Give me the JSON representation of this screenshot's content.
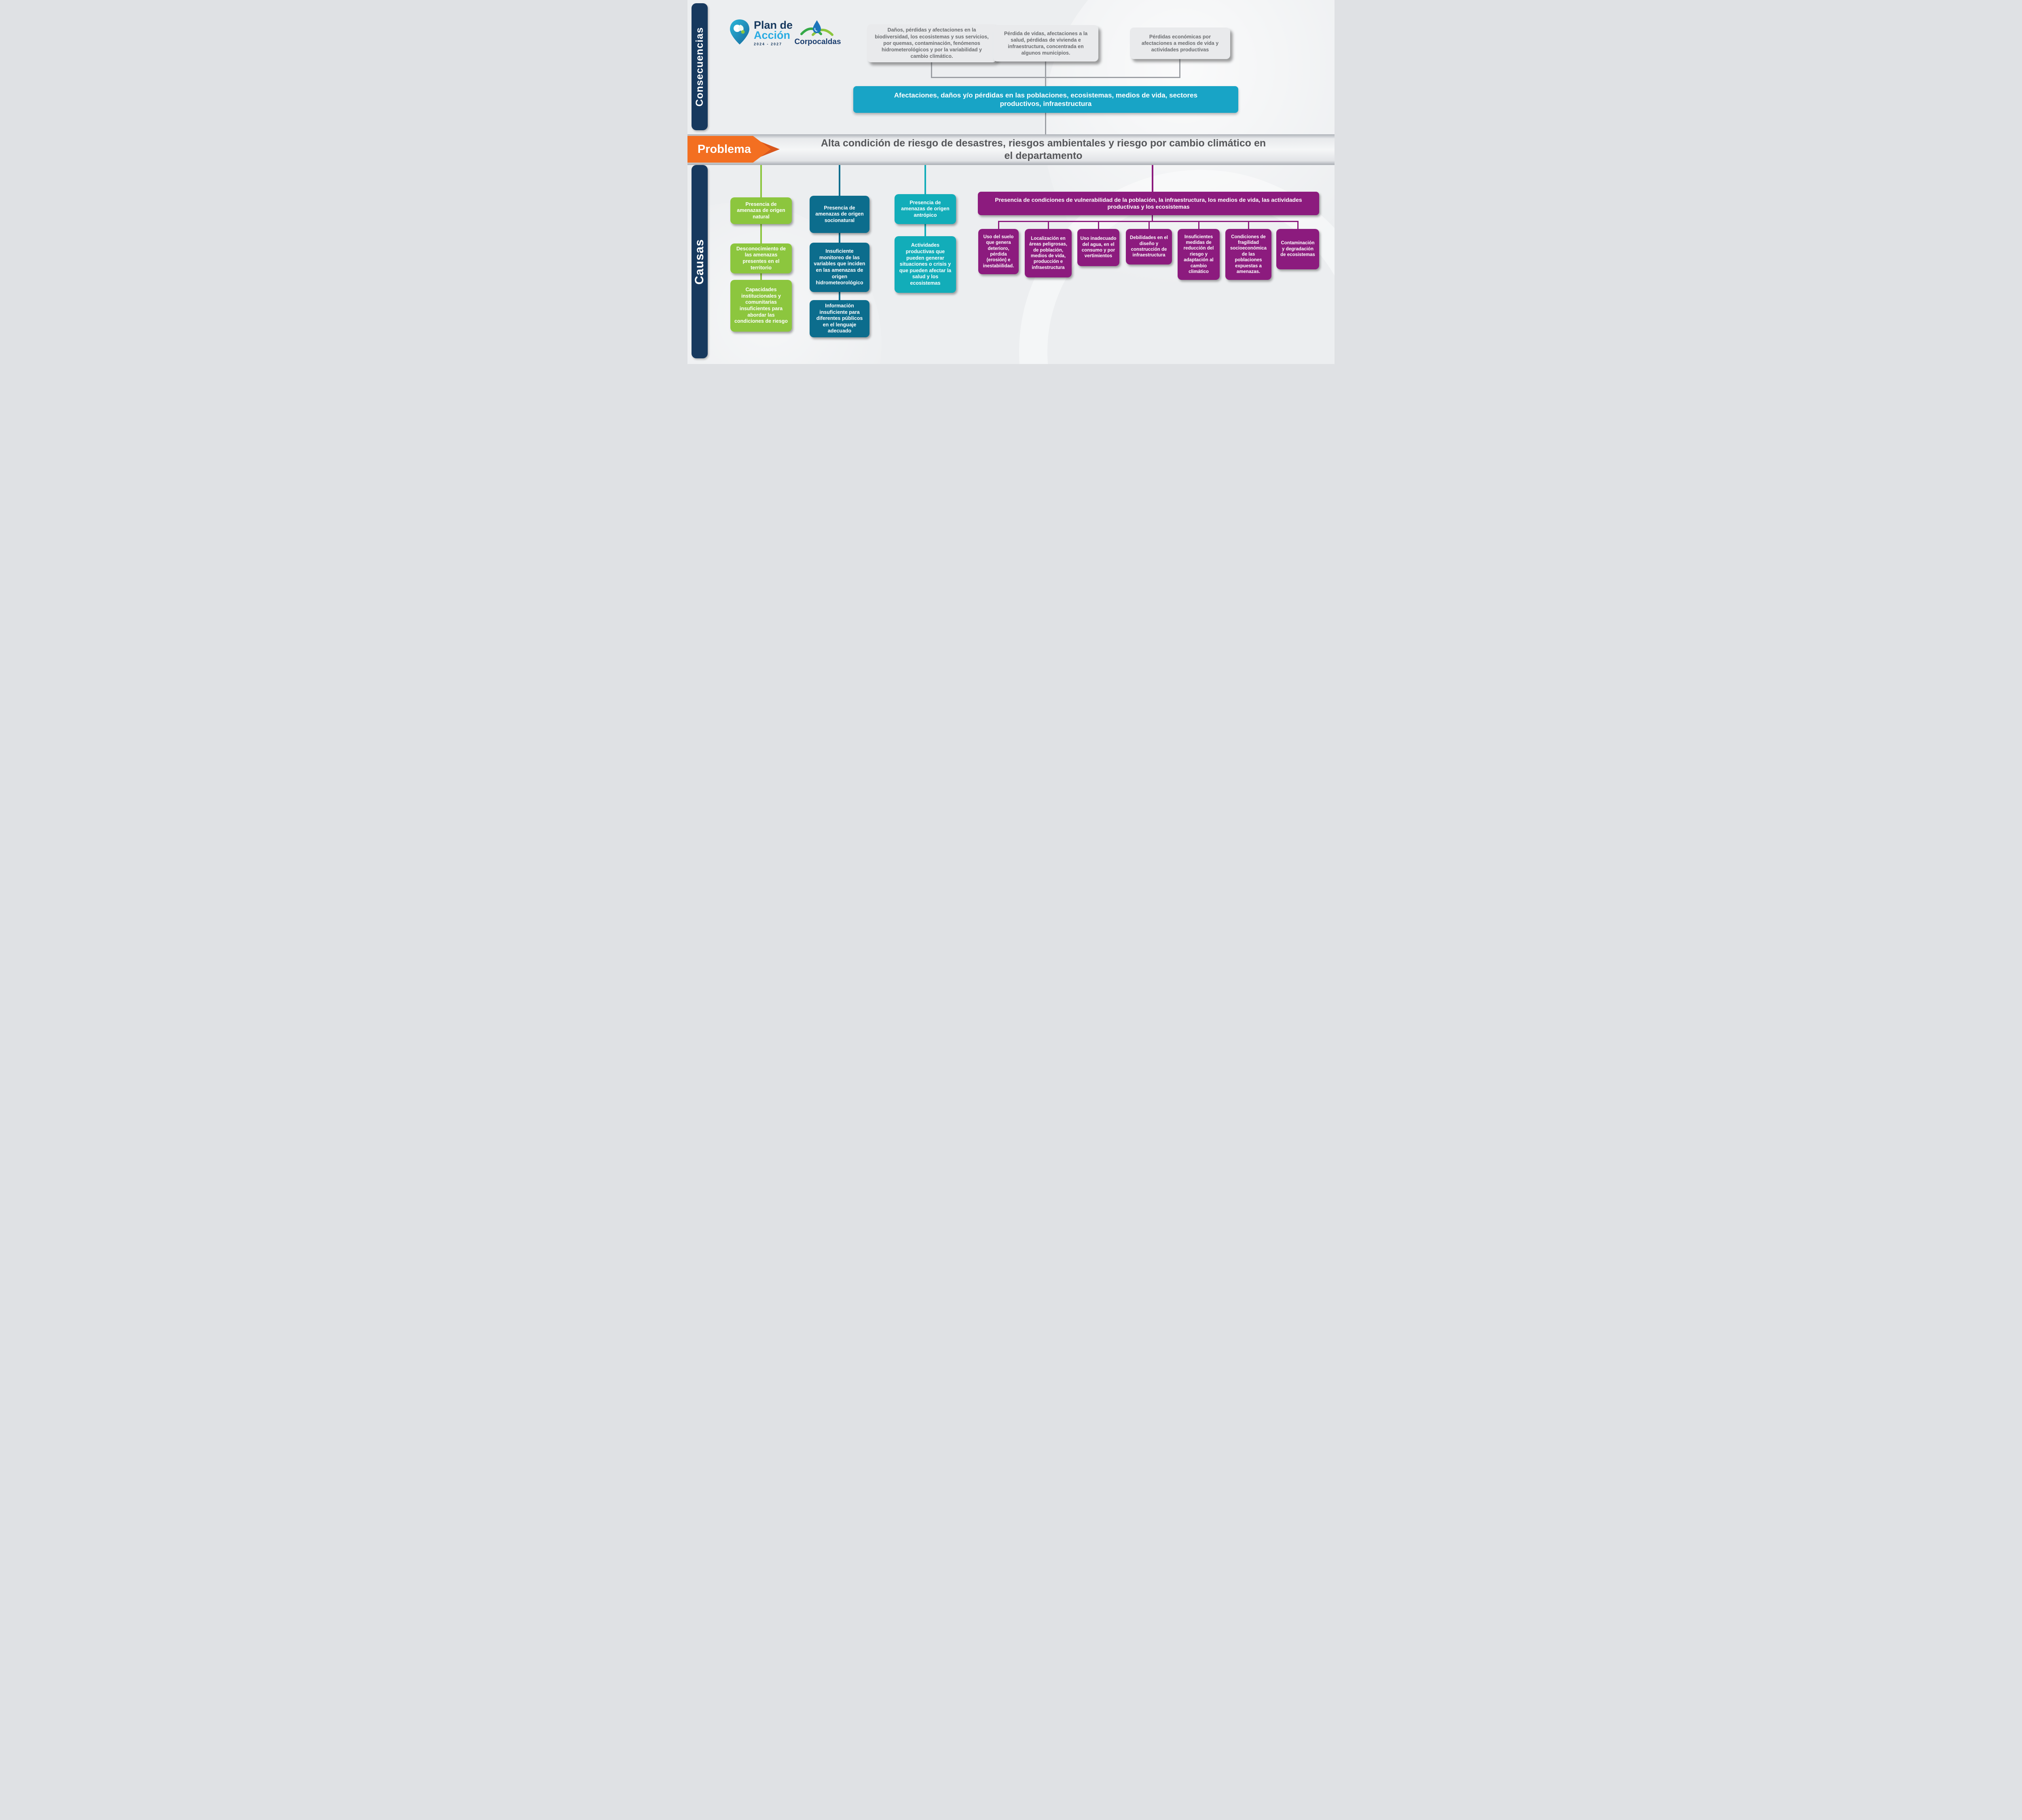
{
  "sidebar": {
    "consequences": "Consecuencias",
    "problem": "Problema",
    "causes": "Causas"
  },
  "logos": {
    "plan_line1": "Plan de",
    "plan_line2": "Acción",
    "plan_years": "2024 - 2027",
    "corpocaldas": "Corpocaldas"
  },
  "consequences": {
    "boxes": [
      {
        "text": "Daños, pérdidas y afectaciones en la biodiversidad, los ecosistemas y sus servicios, por quemas, contaminación, fenómenos hidrometerológicos y por la variabilidad y cambio climático."
      },
      {
        "text": "Pérdida de vidas, afectaciones a la salud, pérdidas de vivienda e infraestructura, concentrada en algunos municipios."
      },
      {
        "text": "Pérdidas económicas por afectaciones a medios de vida y actividades productivas"
      }
    ],
    "banner": "Afectaciones, daños y/o pérdidas en las poblaciones, ecosistemas, medios de vida, sectores productivos, infraestructura"
  },
  "problem": {
    "statement": "Alta condición de riesgo de desastres, riesgos ambientales y riesgo por cambio climático en el departamento"
  },
  "causes": {
    "natural": {
      "items": [
        "Presencia de amenazas de origen natural",
        "Desconocimiento de las amenazas presentes en el territorio",
        "Capacidades institucionales y comunitarias insuficientes para abordar las condiciones de riesgo"
      ]
    },
    "socionatural": {
      "items": [
        "Presencia de amenazas de origen socionatural",
        "Insuficiente monitoreo de las variables que inciden en las amenazas de origen hidrometeorológico",
        "Información insuficiente para diferentes públicos en el lenguaje adecuado"
      ]
    },
    "antropico": {
      "items": [
        "Presencia de amenazas de origen antrópico",
        "Actividades productivas que pueden generar situaciones o crisis y que pueden afectar la salud y los ecosistemas"
      ]
    },
    "vulnerabilidad": {
      "header": "Presencia de condiciones de vulnerabilidad de la población, la infraestructura, los medios de vida, las actividades productivas y los ecosistemas",
      "items": [
        "Uso del suelo que genera deterioro, pérdida (erosión) e inestabiilidad.",
        "Localización en áreas peligrosas, de población, medios de vida, producción e infraestructura",
        "Uso inadecuado del agua, en el consumo y por vertimientos",
        "Debilidades en el diseño y construcción de infraestructura",
        "Insuficientes medidas de reducción del riesgo y adaptación al cambio climático",
        "Condiciones de fragilidad socioeconómica de las poblaciones expuestas a amenazas.",
        "Contaminación y degradación de ecosistemas"
      ]
    }
  },
  "colors": {
    "navy": "#17395e",
    "orange": "#f36f21",
    "orange_dark": "#d9571c",
    "teal_banner": "#18a4c6",
    "green": "#8cc63e",
    "steel": "#0c6d8d",
    "cyan": "#12adb9",
    "purple": "#8c1b7e",
    "gray_box": "#e9eaec"
  }
}
